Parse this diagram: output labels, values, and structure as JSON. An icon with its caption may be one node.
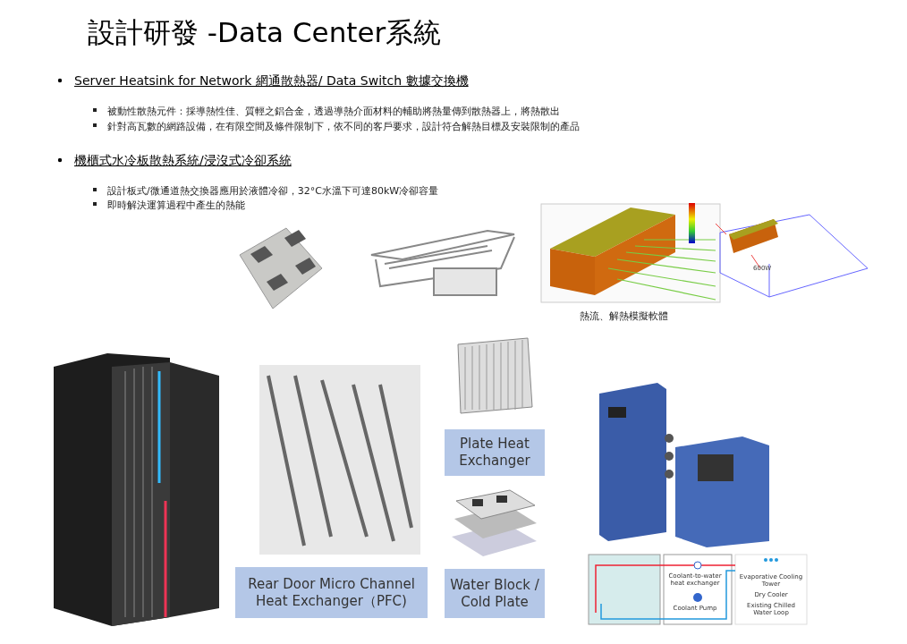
{
  "diagram": {
    "title": "設計研發 -Data Center系統",
    "nodes": [
      {
        "text": [
          "Plate Heat Exchanger"
        ]
      },
      {
        "text": [
          "Rear Door Micro Channel Heat Exchanger（PFC)"
        ]
      },
      {
        "text": [
          "Water Block / Cold Plate"
        ]
      }
    ],
    "edges": [],
    "labels": [
      "Server Heatsink for Network 網通散熱器/ Data Switch 數據交換機",
      "被動性散熱元件：採導熱性佳、質輕之鋁合金，透過導熱介面材料的輔助將熱量傳到散熱器上，將熱散出",
      "針對高瓦數的網路設備，在有限空間及條件限制下，依不同的客戶要求，設計符合解熱目標及安裝限制的產品",
      "機櫃式水冷板散熱系統/浸沒式冷卻系統",
      "設計板式/微通道熱交換器應用於液體冷卻，32°C水溫下可達80kW冷卻容量",
      "即時解決運算過程中產生的熱能",
      "600W",
      "熱流、解熱模擬軟體",
      "Coolant-to-water heat exchanger",
      "Evaporative Cooling Tower",
      "Dry Cooler",
      "Coolant Pump",
      "Existing Chilled Water Loop"
    ]
  }
}
